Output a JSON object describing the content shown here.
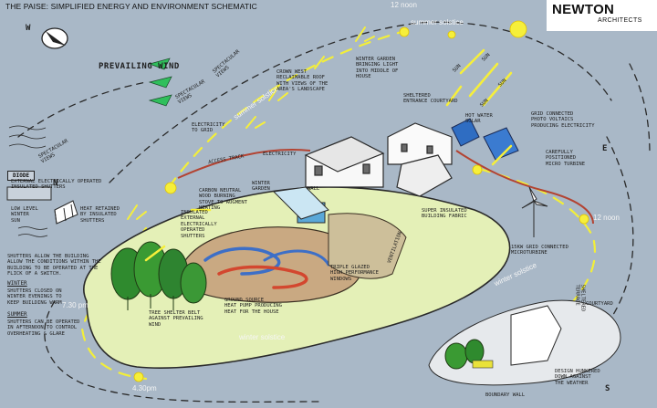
{
  "title": "THE PAISE: SIMPLIFIED ENERGY AND ENVIRONMENT SCHEMATIC",
  "logo": {
    "name": "NEWTON",
    "suffix": "ARCHITECTS"
  },
  "compass": {
    "west": "W",
    "north": "N",
    "east": "E",
    "south": "S"
  },
  "times": {
    "noon_top": "12 noon",
    "noon_right": "12 noon",
    "pm_730": "7.30 pm",
    "pm_430": "4.30pm"
  },
  "seasons": {
    "summer_solstice_top": "summer solstice",
    "summer_solstice_left": "summer solstice",
    "winter_solstice_right": "winter solstice",
    "winter_solstice_bottom": "winter solstice"
  },
  "labels": {
    "prevailing_wind": "PREVAILING WIND",
    "spectacular_views_a": "SPECTACULAR\nVIEWS",
    "spectacular_views_b": "SPECTACULAR\nVIEWS",
    "spectacular_views_c": "SPECTACULAR\nVIEWS",
    "crown_roof": "CROWN WEST\nRECLAIMABLE ROOF\nWITH VIEWS OF THE\nAREA'S LANDSCAPE",
    "winter_garden_light": "WINTER GARDEN\nBRINGING LIGHT\nINTO MIDDLE OF\nHOUSE",
    "sheltered_entrance": "SHELTERED\nENTRANCE COURTYARD",
    "sun_a": "SUN",
    "sun_b": "SUN",
    "sun_c": "SUN",
    "sun_d": "SUN",
    "hot_water_solar": "HOT WATER\nSOLAR",
    "pv_panels": "GRID CONNECTED\nPHOTO VOLTAICS\nPRODUCING ELECTRICITY",
    "electricity_grid": "ELECTRICITY\nTO GRID",
    "access_track": "ACCESS TRACK",
    "electricity_track": "ELECTRICITY",
    "carefully_positioned": "CAREFULLY\nPOSITIONED\nMICRO TURBINE",
    "diode": "DIODE",
    "diode_desc": "EXTERNAL ELECTRICALLY OPERATED\nINSULATED SHUTTERS",
    "low_level_winter_sun": "LOW LEVEL\nWINTER\nSUN",
    "heat_retained": "HEAT RETAINED\nBY INSULATED\nSHUTTERS",
    "insulated_external": "INSULATED\nEXTERNAL\nELECTRICALLY\nOPERATED\nSHUTTERS",
    "carbon_neutral": "CARBON NEUTRAL\nWOOD BURNING\nSTOVE TO AUGMENT\nHEATING",
    "winter_garden": "WINTER\nGARDEN",
    "wall": "WALL",
    "super_insulated": "SUPER INSULATED\nBUILDING FABRIC",
    "triple_glazed": "TRIPLE GLAZED\nHIGH PERFORMANCE\nWINDOWS",
    "ventilation": "VENTILATION",
    "grid_microturbine": "15KW GRID CONNECTED\nMICROTURBINE",
    "shutters_allow": "SHUTTERS ALLOW THE BUILDING\nALLOW THE CONDITIONS WITHIN THE\nBUILDING TO BE OPERATED AT THE\nFLICK OF A SWITCH.",
    "winter_heading": "WINTER",
    "winter_desc": "SHUTTERS CLOSED ON\nWINTER EVENINGS TO\nKEEP BUILDING WARM",
    "summer_heading": "SUMMER",
    "summer_desc": "SHUTTERS CAN BE OPERATED\nIN AFTERNOON TO CONTROL\nOVERHEATING & GLARE",
    "tree_shelter": "TREE SHELTER BELT\nAGAINST PREVAILING\nWIND",
    "ground_source": "GROUND SOURCE\nHEAT PUMP PRODUCING\nHEAT FOR THE HOUSE",
    "sheltered_terrace": "SHELTERED\nTERRACE",
    "boundary_wall": "BOUNDARY WALL",
    "design_hunkered": "DESIGN HUNKERED\nDOWN AGAINST\nTHE WEATHER",
    "courtyard": "COURTYARD"
  }
}
